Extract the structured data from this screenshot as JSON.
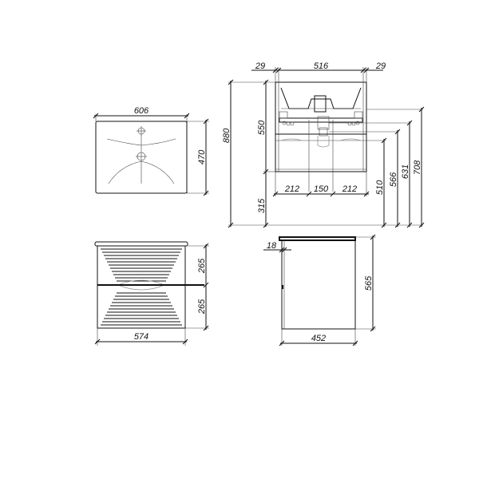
{
  "drawing": {
    "units": "mm",
    "top_view": {
      "width_label": "606",
      "depth_label": "470"
    },
    "front_section": {
      "side_left_label": "29",
      "inner_width_label": "516",
      "side_right_label": "29",
      "total_height_label": "880",
      "cabinet_height_label": "550",
      "floor_gap_label": "315",
      "bottom_left_label": "212",
      "bottom_center_label": "150",
      "bottom_right_label": "212",
      "height_510_label": "510",
      "height_566_label": "566",
      "height_631_label": "631",
      "height_708_label": "708"
    },
    "front_view": {
      "width_label": "574",
      "upper_drawer_label": "265",
      "lower_drawer_label": "265"
    },
    "side_view": {
      "panel_thickness_label": "18",
      "depth_label": "452",
      "height_label": "565"
    }
  }
}
